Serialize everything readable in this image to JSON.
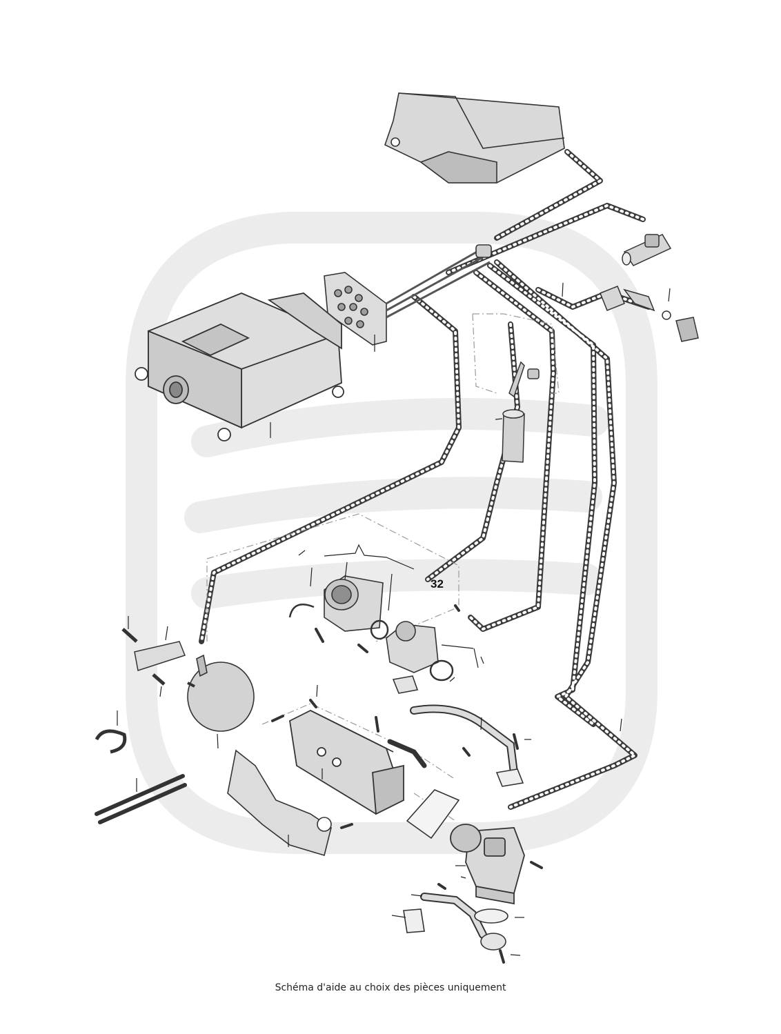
{
  "diagram": {
    "callouts": [
      {
        "label": "32"
      }
    ],
    "watermark": {
      "kind": "brand-logo",
      "color": "#e8e8e8"
    },
    "colors": {
      "part_fill": "#dedede",
      "part_dark": "#b8b8b8",
      "line": "#333333",
      "hose_dots": "#444444"
    }
  },
  "caption": {
    "text": "Schéma d'aide au choix des pièces uniquement"
  }
}
